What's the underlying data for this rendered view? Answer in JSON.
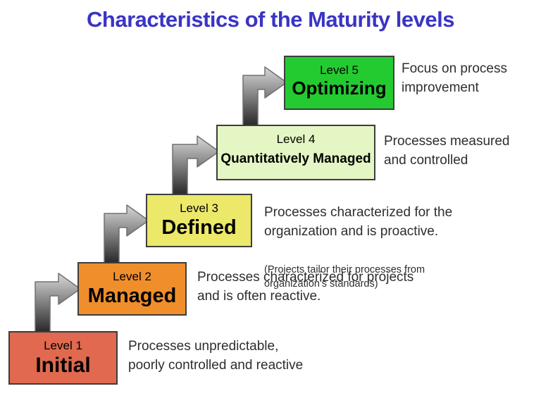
{
  "title": {
    "text": "Characteristics of the Maturity levels",
    "color": "#3a34c4"
  },
  "levels": [
    {
      "level": "Level 1",
      "name": "Initial",
      "description": "Processes unpredictable,\npoorly controlled and reactive",
      "box_color": "#e0694f"
    },
    {
      "level": "Level 2",
      "name": "Managed",
      "description": "Processes characterized for projects\nand is often reactive.",
      "box_color": "#f08e2c"
    },
    {
      "level": "Level 3",
      "name": "Defined",
      "description": "Processes characterized for the\norganization and is proactive.",
      "note": "(Projects tailor their processes from\norganization's standards)",
      "box_color": "#ece86a"
    },
    {
      "level": "Level 4",
      "name": "Quantitatively Managed",
      "description": "Processes measured\nand controlled",
      "box_color": "#e4f6c3"
    },
    {
      "level": "Level 5",
      "name": "Optimizing",
      "description": "Focus on process\nimprovement",
      "box_color": "#23cb30"
    }
  ],
  "colors": {
    "box_border": "#3d3d3d",
    "desc_text": "#2e2e2e"
  },
  "arrow": {
    "gradient_top": "#d8d8d8",
    "gradient_bottom": "#242424",
    "outline": "#707070"
  }
}
